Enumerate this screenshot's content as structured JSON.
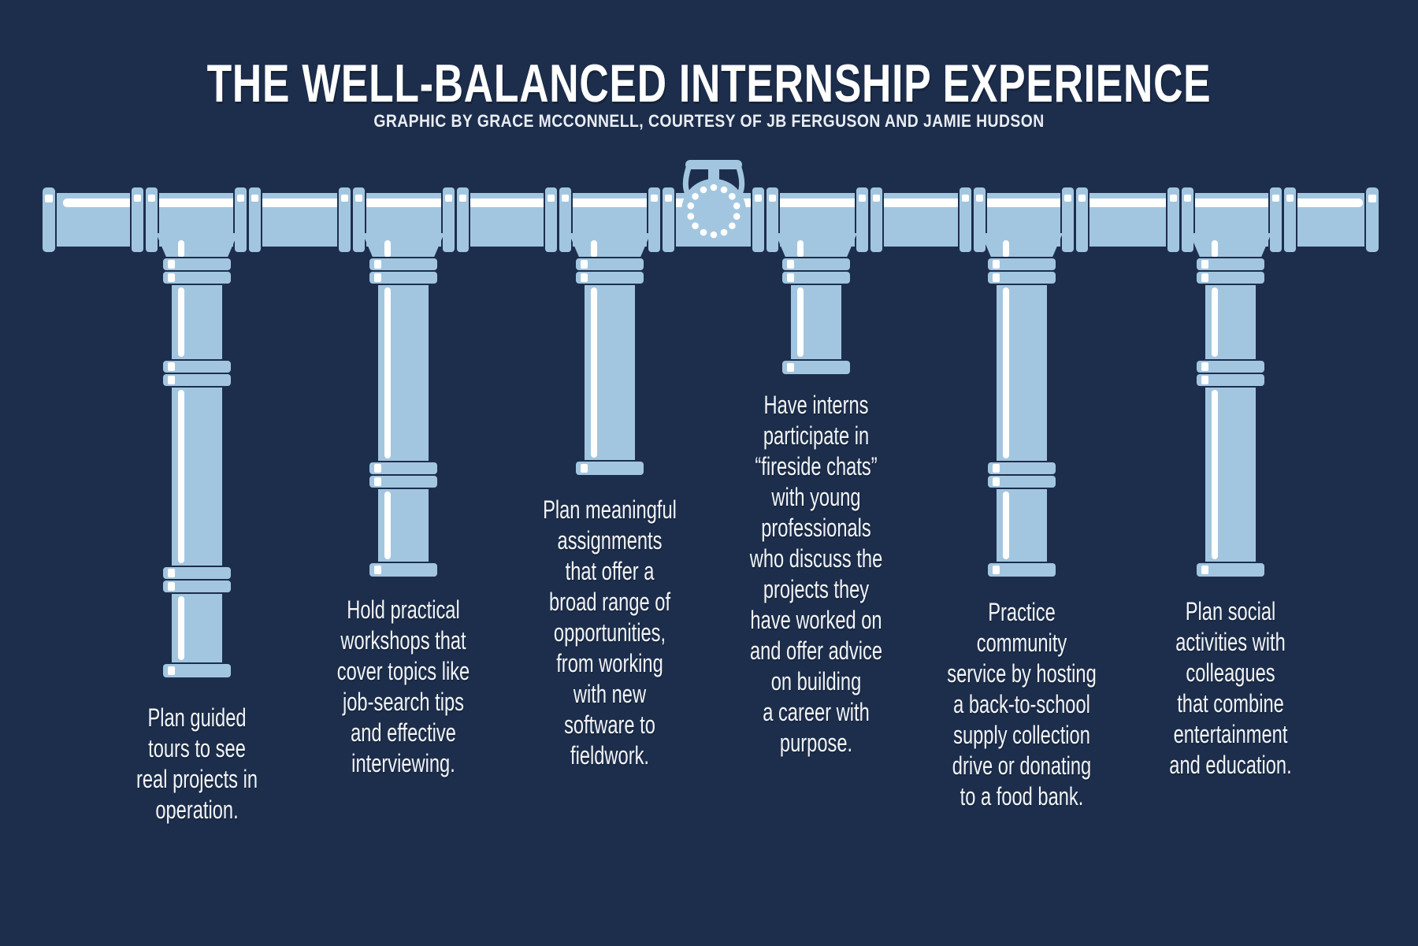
{
  "title": "THE WELL-BALANCED INTERNSHIP EXPERIENCE",
  "subtitle": "GRAPHIC BY GRACE MCCONNELL, COURTESY OF JB FERGUSON AND JAMIE HUDSON",
  "colors": {
    "background": "#1d2e4c",
    "pipe_blue": "#a3c6e0",
    "highlight_white": "#ffffff",
    "caption_text": "#f2f4f7"
  },
  "illustration": {
    "description": "horizontal pipeline with gate valve and six descending branch pipes",
    "valve_icon": "gate-valve-with-bolted-flange"
  },
  "columns": [
    {
      "text": "Plan guided\ntours to see\nreal projects in\noperation."
    },
    {
      "text": "Hold practical\nworkshops that\ncover topics like\njob-search tips\nand effective\ninterviewing."
    },
    {
      "text": "Plan meaningful\nassignments\nthat offer a\nbroad range of\nopportunities,\nfrom working\nwith new\nsoftware to\nfieldwork."
    },
    {
      "text": "Have interns\nparticipate in\n“fireside chats”\nwith young\nprofessionals\nwho discuss the\nprojects they\nhave worked on\nand offer advice\non building\na career with\npurpose."
    },
    {
      "text": "Practice\ncommunity\nservice by hosting\na back-to-school\nsupply collection\ndrive or donating\nto a food bank."
    },
    {
      "text": "Plan social\nactivities with\ncolleagues\nthat combine\nentertainment\nand education."
    }
  ]
}
